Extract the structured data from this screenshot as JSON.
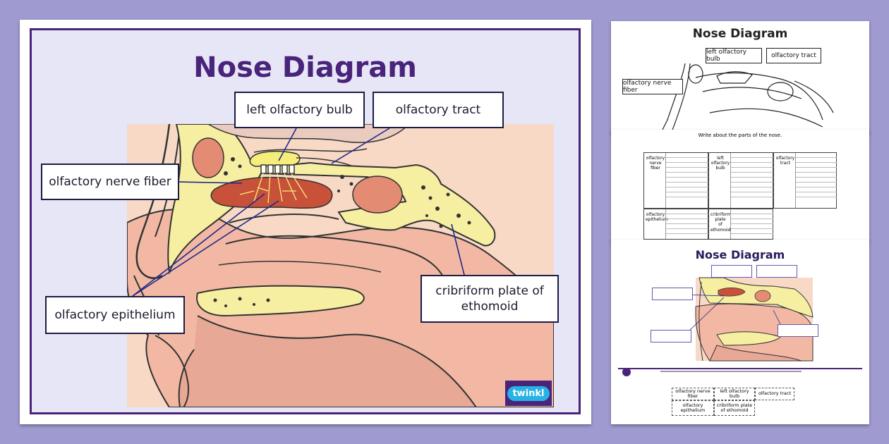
{
  "main_poster": {
    "title": "Nose Diagram",
    "labels": {
      "olfactory_nerve_fiber": "olfactory nerve fiber",
      "left_olfactory_bulb": "left olfactory bulb",
      "olfactory_tract": "olfactory tract",
      "olfactory_epithelium": "olfactory epithelium",
      "cribriform_plate_line1": "cribriform plate of",
      "cribriform_plate_line2": "ethomoid"
    },
    "logo_text": "twinkl"
  },
  "thumb_labelled": {
    "title": "Nose Diagram",
    "labels": [
      "left olfactory bulb",
      "olfactory tract",
      "olfactory nerve fiber"
    ]
  },
  "thumb_worksheet": {
    "heading": "Write about the parts of the nose.",
    "cells": [
      {
        "line1": "olfactory",
        "line2": "nerve",
        "line3": "fiber"
      },
      {
        "line1": "left",
        "line2": "olfactory",
        "line3": "bulb"
      },
      {
        "line1": "olfactory",
        "line2": "tract",
        "line3": ""
      },
      {
        "line1": "olfactory",
        "line2": "epithelium",
        "line3": ""
      },
      {
        "line1": "cribriform",
        "line2": "plate",
        "line3": "of ethomoid"
      }
    ]
  },
  "thumb_blank": {
    "title": "Nose Diagram"
  },
  "cutout_labels": {
    "row1": [
      "olfactory nerve fiber",
      "left olfactory bulb",
      "olfactory tract"
    ],
    "row2": [
      "olfactory epithelium",
      "cribriform plate of ethomoid"
    ]
  },
  "colors": {
    "background": "#9f9ad0",
    "brand_purple": "#4a237a",
    "bone_yellow": "#f6eea0",
    "tissue_pink": "#f3b9a5",
    "bulb_red": "#c8513a"
  }
}
